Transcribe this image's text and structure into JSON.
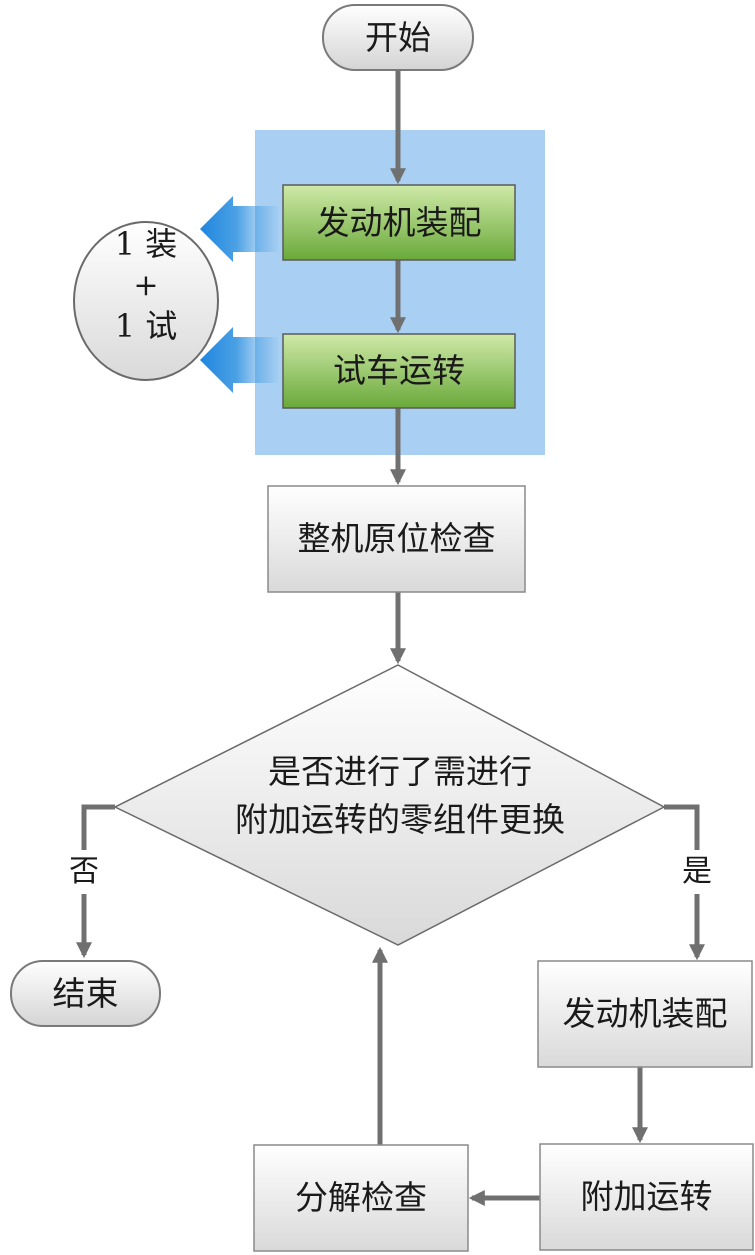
{
  "nodes": {
    "start": "开始",
    "assemble": "发动机装配",
    "test_run": "试车运转",
    "inspect": "整机原位检查",
    "decision_line1": "是否进行了需进行",
    "decision_line2": "附加运转的零组件更换",
    "end": "结束",
    "reassemble": "发动机装配",
    "extra_run": "附加运转",
    "disassemble": "分解检查"
  },
  "side_note": {
    "line1": "1 装",
    "line2": "+",
    "line3": "1 试"
  },
  "edges": {
    "no": "否",
    "yes": "是"
  },
  "colors": {
    "highlight_bg": "#a9d0f2",
    "green_top": "#c8e6a0",
    "green_bottom": "#6fb13f",
    "arrow": "#707070",
    "blue_arrow": "#2a8fe0"
  }
}
